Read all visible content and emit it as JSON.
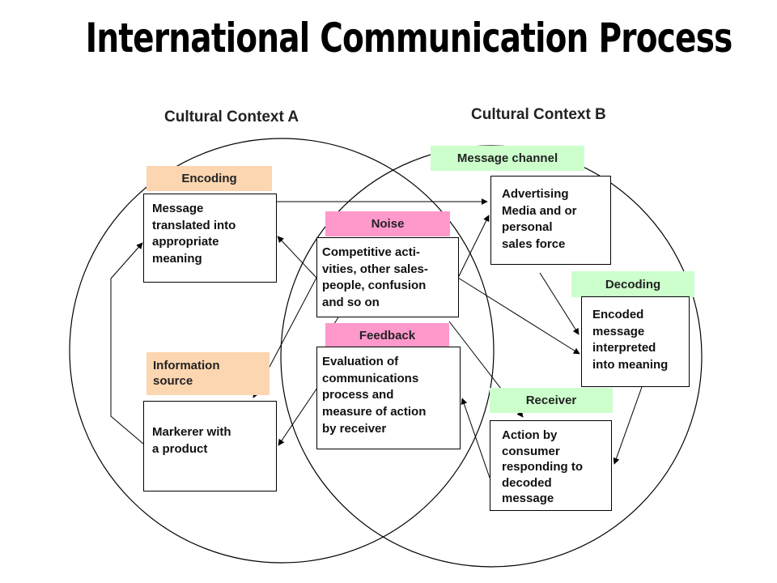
{
  "title": "International Communication Process",
  "contexts": {
    "a": "Cultural Context A",
    "b": "Cultural Context B"
  },
  "colors": {
    "orange_tag": "#fcd6b0",
    "pink_tag": "#ff99cc",
    "green_tag": "#ccffcc"
  },
  "tags": {
    "encoding": "Encoding",
    "information_source": "Information\nsource",
    "noise": "Noise",
    "feedback": "Feedback",
    "message_channel": "Message channel",
    "decoding": "Decoding",
    "receiver": "Receiver"
  },
  "boxes": {
    "encoding": "Message\ntranslated into\nappropriate\nmeaning",
    "source": "Markerer with\na product",
    "noise": "Competitive acti-\nvities, other sales-\npeople, confusion\nand so on",
    "feedback": "Evaluation of\ncommunications\nprocess and\nmeasure of action\nby receiver",
    "channel": "Advertising\nMedia and or\npersonal\nsales force",
    "decoding": "Encoded\nmessage\ninterpreted\ninto meaning",
    "receiver": "Action by\nconsumer\nresponding to\ndecoded\nmessage"
  }
}
